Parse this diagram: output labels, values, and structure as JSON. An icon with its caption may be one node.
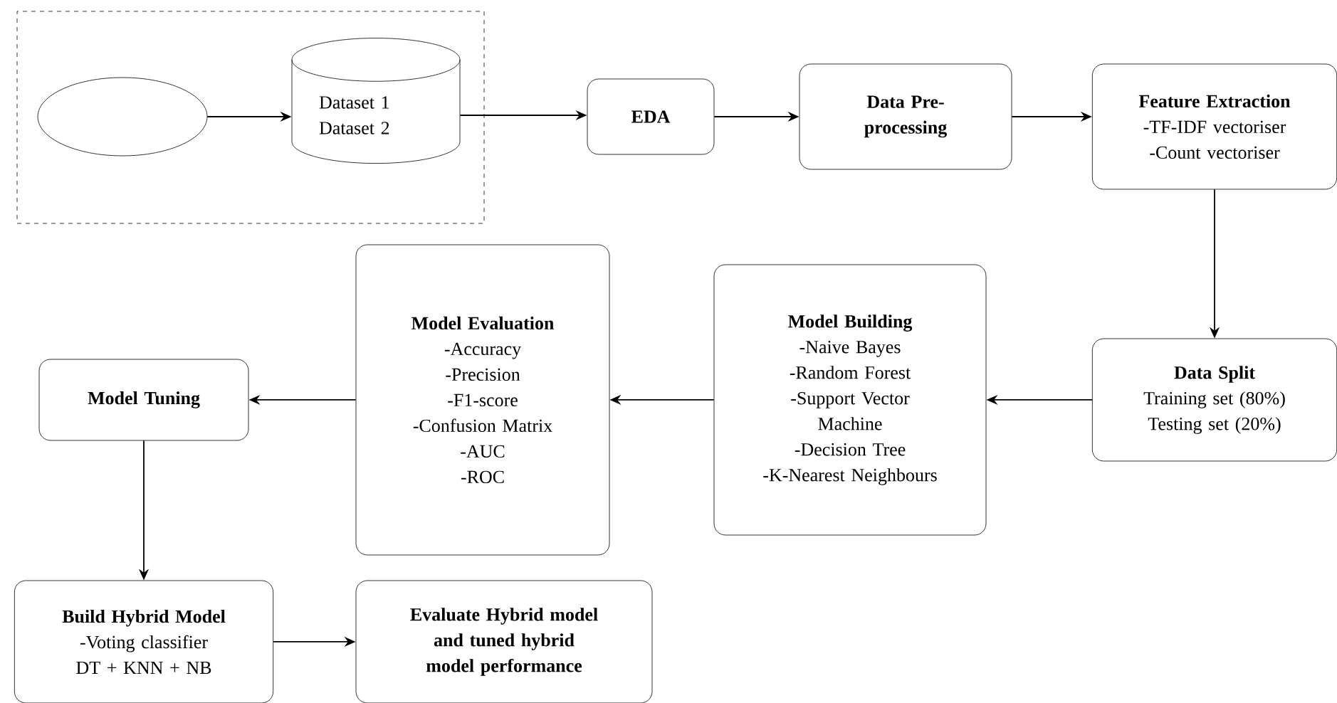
{
  "diagram": {
    "nodes": [
      {
        "text": [],
        "shape": "box"
      },
      {
        "text": [],
        "shape": "ellipse",
        "in": 0
      },
      {
        "text": [
          "Dataset 1",
          "Dataset 2"
        ],
        "in": 0
      },
      {
        "text": [
          "EDA"
        ]
      },
      {
        "text": [
          "Data Pre-processing"
        ]
      },
      {
        "text": [
          "Feature Extraction",
          "-TF-IDF vectoriser",
          "-Count vectoriser"
        ]
      },
      {
        "text": [
          "Data Split",
          "Training set (80%)",
          "Testing set (20%)"
        ]
      },
      {
        "text": [
          "Model Building",
          "-Naive Bayes",
          "-Random Forest",
          "-Support Vector Machine",
          "-Decision Tree",
          "-K-Nearest Neighbours"
        ]
      },
      {
        "text": [
          "Model Evaluation",
          "-Accuracy",
          "-Precision",
          "-F1-score",
          "-Confusion Matrix",
          "-AUC",
          "-ROC"
        ]
      },
      {
        "text": [
          "Model Tuning"
        ]
      },
      {
        "text": [
          "Build Hybrid Model",
          "-Voting classifier",
          "DT + KNN + NB"
        ]
      },
      {
        "text": [
          "Evaluate Hybrid model and tuned hybrid model performance"
        ]
      }
    ],
    "edges": [
      {
        "from": 1,
        "to": 2,
        "arrow": "to"
      },
      {
        "from": 2,
        "to": 3,
        "arrow": "to"
      },
      {
        "from": 3,
        "to": 4,
        "arrow": "to"
      },
      {
        "from": 4,
        "to": 5,
        "arrow": "to"
      },
      {
        "from": 5,
        "to": 6,
        "arrow": "to"
      },
      {
        "from": 6,
        "to": 7,
        "arrow": "to"
      },
      {
        "from": 7,
        "to": 8,
        "arrow": "to"
      },
      {
        "from": 8,
        "to": 9,
        "arrow": "to"
      },
      {
        "from": 9,
        "to": 10,
        "arrow": "to"
      },
      {
        "from": 10,
        "to": 11,
        "arrow": "to"
      }
    ]
  }
}
